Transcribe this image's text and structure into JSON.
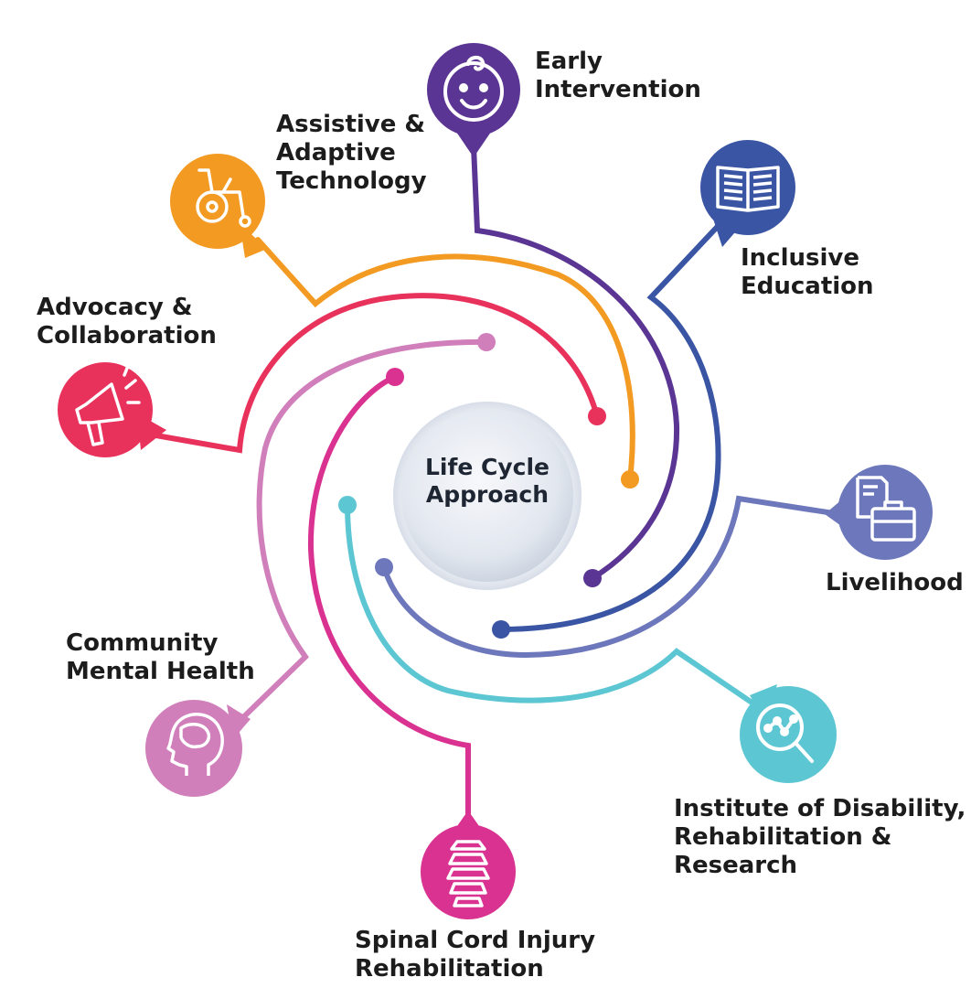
{
  "center": {
    "label": "Life Cycle\nApproach"
  },
  "nodes": [
    {
      "id": "early-intervention",
      "label": "Early\nIntervention",
      "color": "#5b3593",
      "icon": "baby-face-icon"
    },
    {
      "id": "inclusive-education",
      "label": "Inclusive\nEducation",
      "color": "#3a55a3",
      "icon": "open-book-icon"
    },
    {
      "id": "livelihood",
      "label": "Livelihood",
      "color": "#6d77bb",
      "icon": "briefcase-icon"
    },
    {
      "id": "institute",
      "label": "Institute of Disability,\nRehabilitation &\nResearch",
      "color": "#5cc6d3",
      "icon": "magnifier-analytics-icon"
    },
    {
      "id": "spinal-cord",
      "label": "Spinal Cord Injury\nRehabilitation",
      "color": "#d93290",
      "icon": "spine-icon"
    },
    {
      "id": "community-mental-health",
      "label": "Community\nMental Health",
      "color": "#d07fbb",
      "icon": "head-brain-icon"
    },
    {
      "id": "advocacy",
      "label": "Advocacy &\nCollaboration",
      "color": "#e8325c",
      "icon": "megaphone-icon"
    },
    {
      "id": "assistive",
      "label": "Assistive &\nAdaptive\nTechnology",
      "color": "#f39a22",
      "icon": "wheelchair-icon"
    }
  ]
}
